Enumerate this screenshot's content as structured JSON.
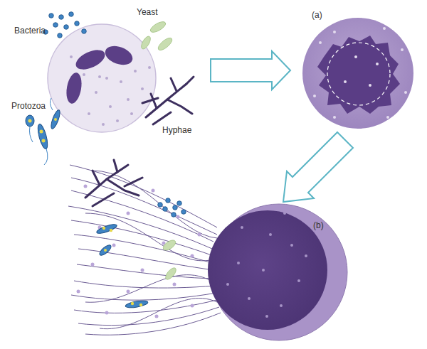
{
  "diagram": {
    "labels": [
      "Bacteria",
      "Yeast",
      "Protozoa",
      "Hyphae",
      "(a)",
      "(b)"
    ]
  }
}
